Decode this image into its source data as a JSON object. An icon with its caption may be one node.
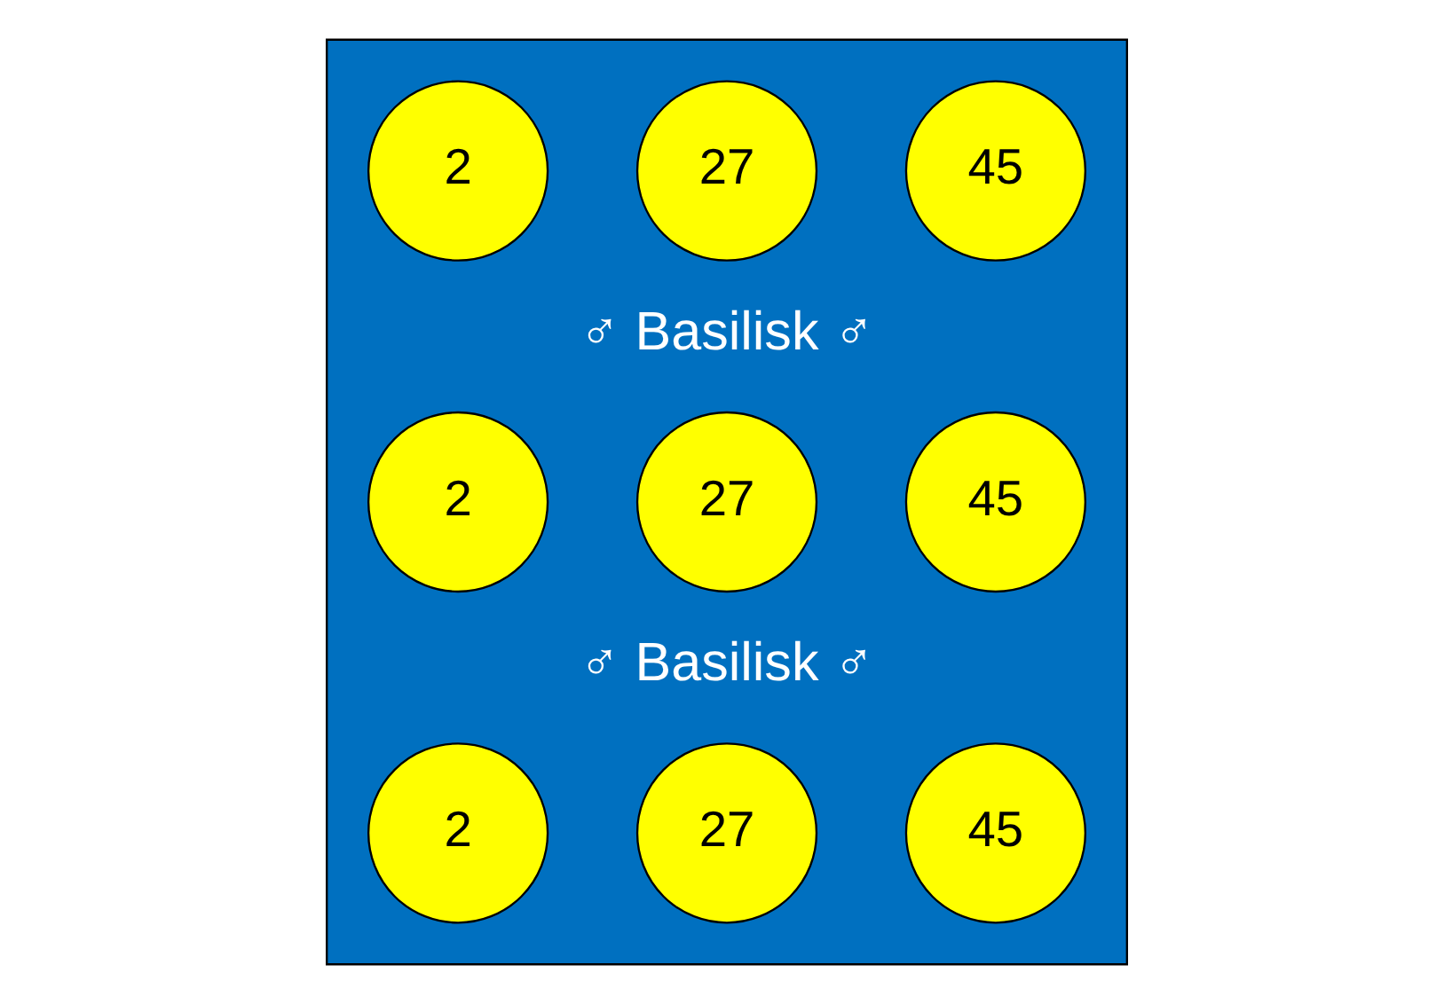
{
  "diagram": {
    "nodes": [
      {
        "text": [],
        "shape": "box"
      },
      {
        "text": [
          "2"
        ],
        "in": 0
      },
      {
        "text": [
          "27"
        ],
        "in": 0
      },
      {
        "text": [
          "45"
        ],
        "in": 0
      },
      {
        "text": [
          "2"
        ],
        "in": 0
      },
      {
        "text": [
          "27"
        ],
        "in": 0
      },
      {
        "text": [
          "45"
        ],
        "in": 0
      },
      {
        "text": [
          "2"
        ],
        "in": 0
      },
      {
        "text": [
          "27"
        ],
        "in": 0
      },
      {
        "text": [
          "45"
        ],
        "in": 0
      }
    ],
    "labels": [
      "♂ Basilisk ♂",
      "♂ Basilisk ♂"
    ]
  }
}
